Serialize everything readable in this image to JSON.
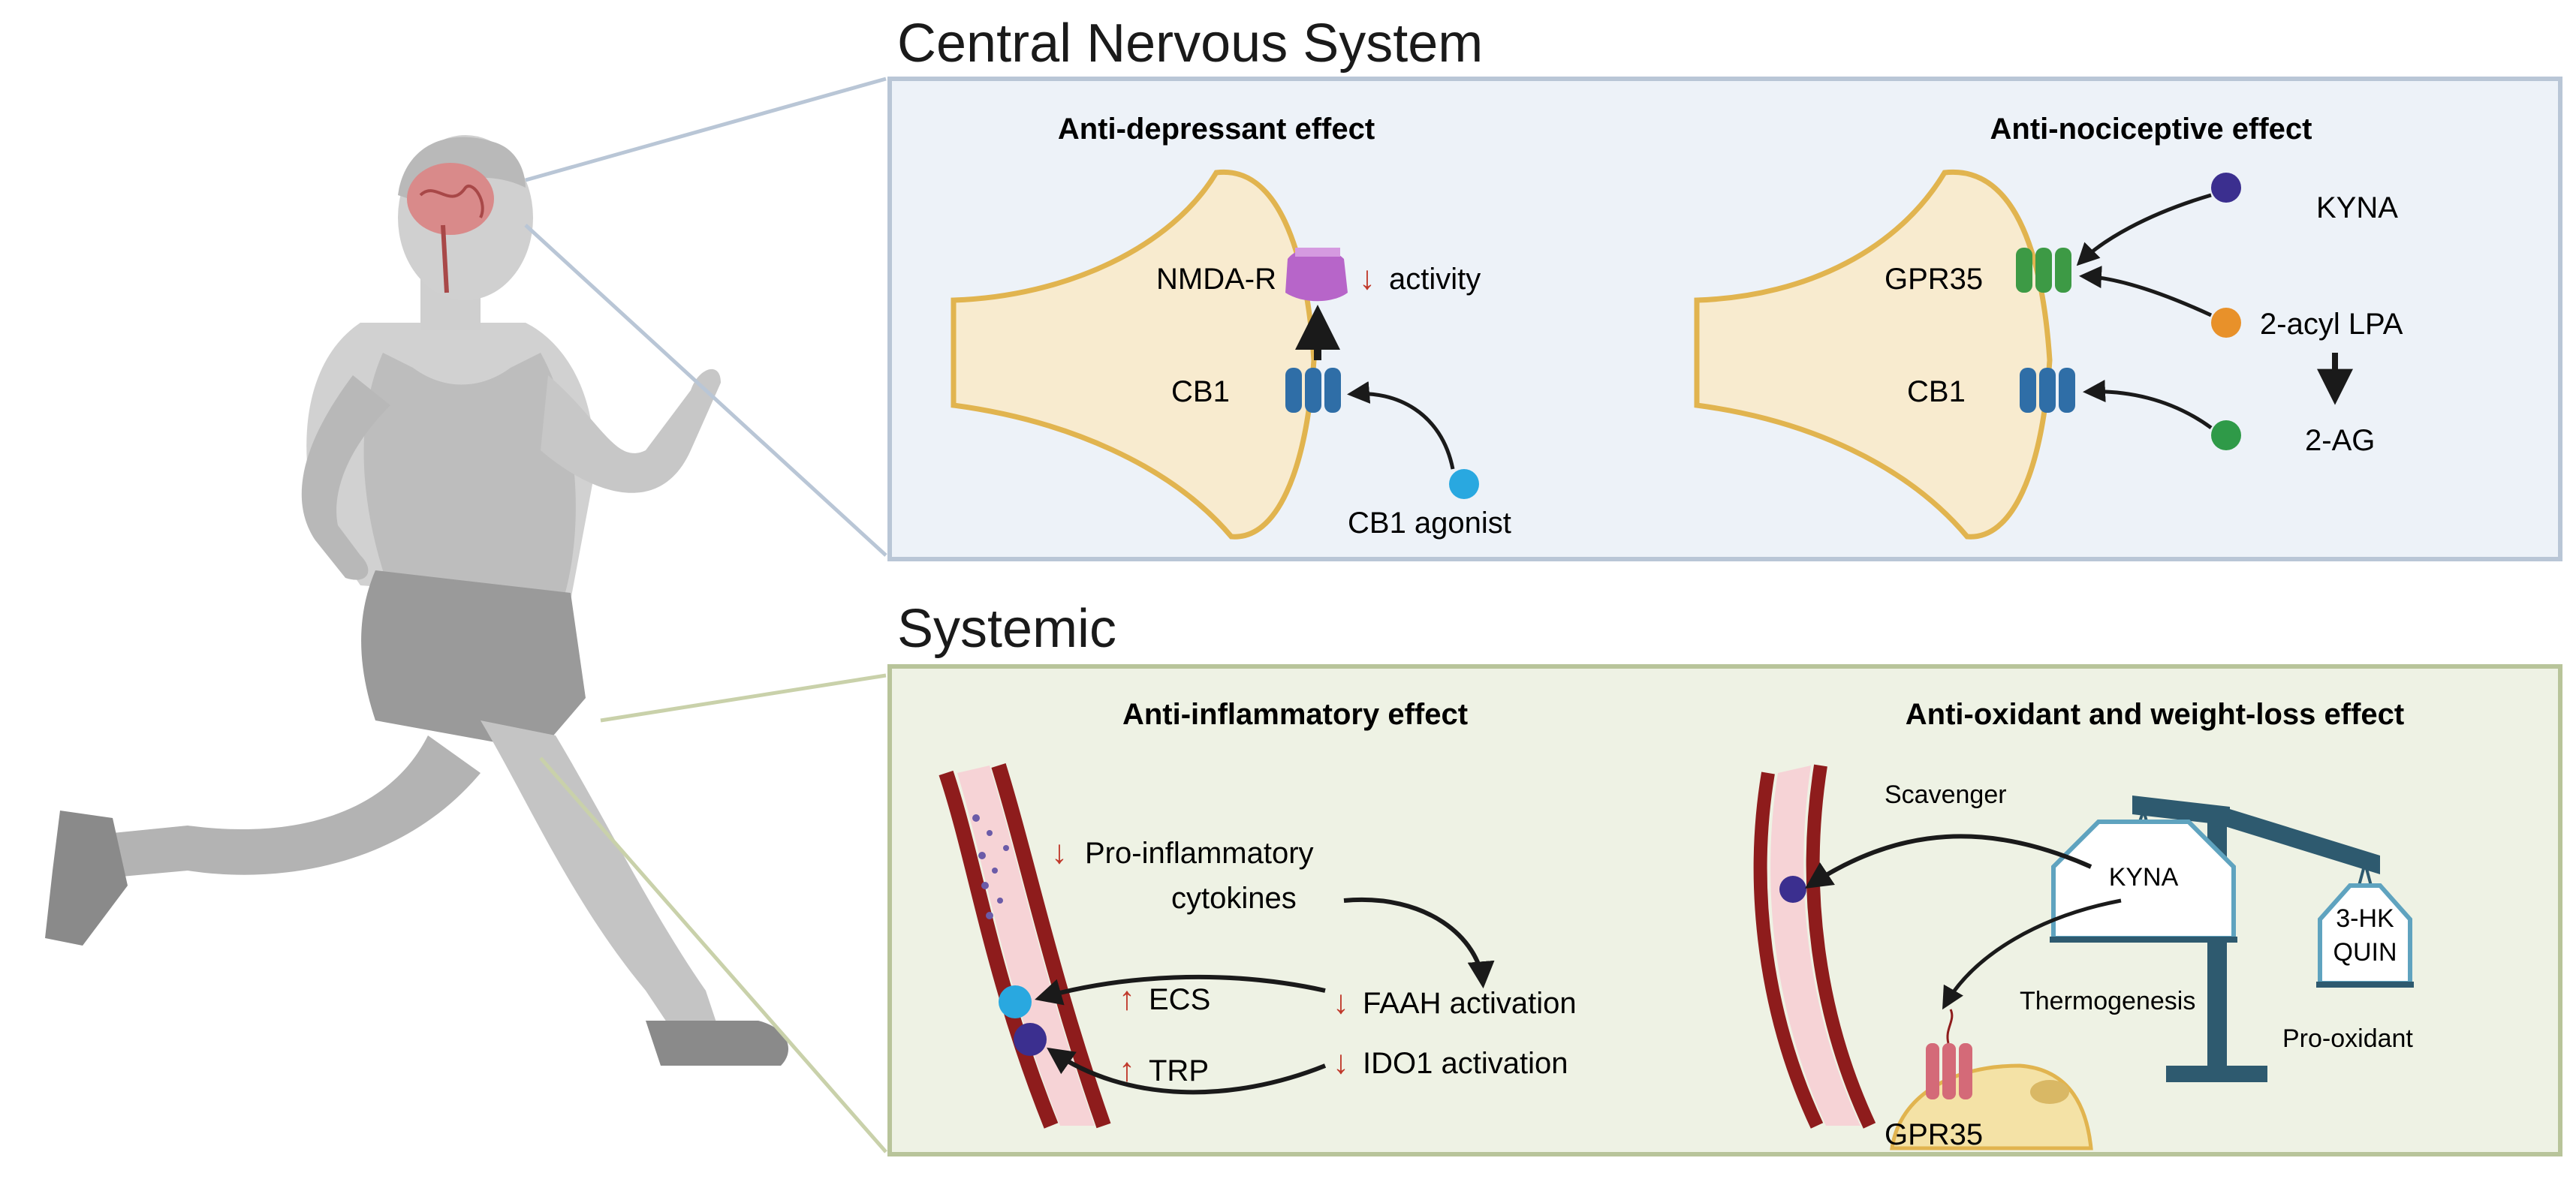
{
  "sections": {
    "cns": {
      "title": "Central Nervous System"
    },
    "systemic": {
      "title": "Systemic"
    }
  },
  "panels": {
    "antidepressant": {
      "title": "Anti-depressant effect",
      "nmda_label": "NMDA-R",
      "activity_label": "activity",
      "cb1_label": "CB1",
      "agonist_label": "CB1 agonist",
      "down_arrow_glyph": "↓"
    },
    "antinociceptive": {
      "title": "Anti-nociceptive effect",
      "gpr35_label": "GPR35",
      "cb1_label": "CB1",
      "kyna_label": "KYNA",
      "lpa_label": "2-acyl LPA",
      "ag_label": "2-AG"
    },
    "antiinflammatory": {
      "title": "Anti-inflammatory effect",
      "cytokines_line1": "Pro-inflammatory",
      "cytokines_line2": "cytokines",
      "ecs_label": "ECS",
      "trp_label": "TRP",
      "faah_label": "FAAH activation",
      "ido1_label": "IDO1 activation",
      "down_arrow_glyph": "↓",
      "up_arrow_glyph": "↑"
    },
    "antioxidant": {
      "title": "Anti-oxidant and weight-loss effect",
      "scavenger_label": "Scavenger",
      "kyna_label": "KYNA",
      "thermogenesis_label": "Thermogenesis",
      "hk_label": "3-HK",
      "quin_label": "QUIN",
      "prooxidant_label": "Pro-oxidant",
      "gpr35_label": "GPR35"
    }
  },
  "colors": {
    "cns_panel_fill": "#edf2f8",
    "cns_panel_border": "#b9c6d6",
    "systemic_panel_fill": "#eef2e4",
    "systemic_panel_border": "#b8c49a",
    "neuron_fill": "#f8ebcf",
    "neuron_border": "#e1b44f",
    "down_arrow": "#c0392b",
    "up_arrow": "#c0392b",
    "nmda_receptor": "#b765c9",
    "cb1_receptor": "#2f6ea7",
    "gpr35_receptor": "#3d9a45",
    "cb1_agonist_dot": "#29a8e0",
    "kyna_dot": "#3b2f8f",
    "lpa_dot": "#e8912a",
    "ag_dot": "#2f9a48",
    "vessel_wall": "#8e1c1c",
    "vessel_lumen": "#f6d3d6",
    "scale_color": "#2e5a6f",
    "house_stroke": "#5fa3bf",
    "gpr35_pink": "#d46a78",
    "fat_cell": "#f4e2a6",
    "runner_body": "#c9c9c9",
    "brain": "#d98a8a"
  }
}
